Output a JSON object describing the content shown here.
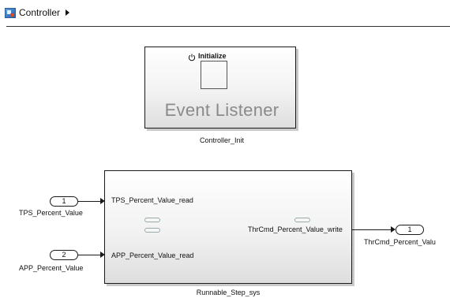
{
  "breadcrumb": {
    "model_icon": "simulink-model-icon",
    "label": "Controller",
    "arrow_icon": "chevron-right-icon"
  },
  "event_listener_block": {
    "trigger_icon": "power-icon",
    "trigger_label": "Initialize",
    "title": "Event Listener",
    "caption": "Controller_Init"
  },
  "runnable_block": {
    "caption": "Runnable_Step_sys",
    "inputs": [
      {
        "label": "TPS_Percent_Value_read"
      },
      {
        "label": "APP_Percent_Value_read"
      }
    ],
    "outputs": [
      {
        "label": "ThrCmd_Percent_Value_write"
      }
    ]
  },
  "inports": [
    {
      "number": "1",
      "name": "TPS_Percent_Value"
    },
    {
      "number": "2",
      "name": "APP_Percent_Value"
    }
  ],
  "outports": [
    {
      "number": "1",
      "name": "ThrCmd_Percent_Valu"
    }
  ],
  "colors": {
    "line": "#1a1a1a",
    "block_fill_top": "#ffffff",
    "block_fill_bottom": "#dedede",
    "event_title": "#8a8a8a"
  }
}
